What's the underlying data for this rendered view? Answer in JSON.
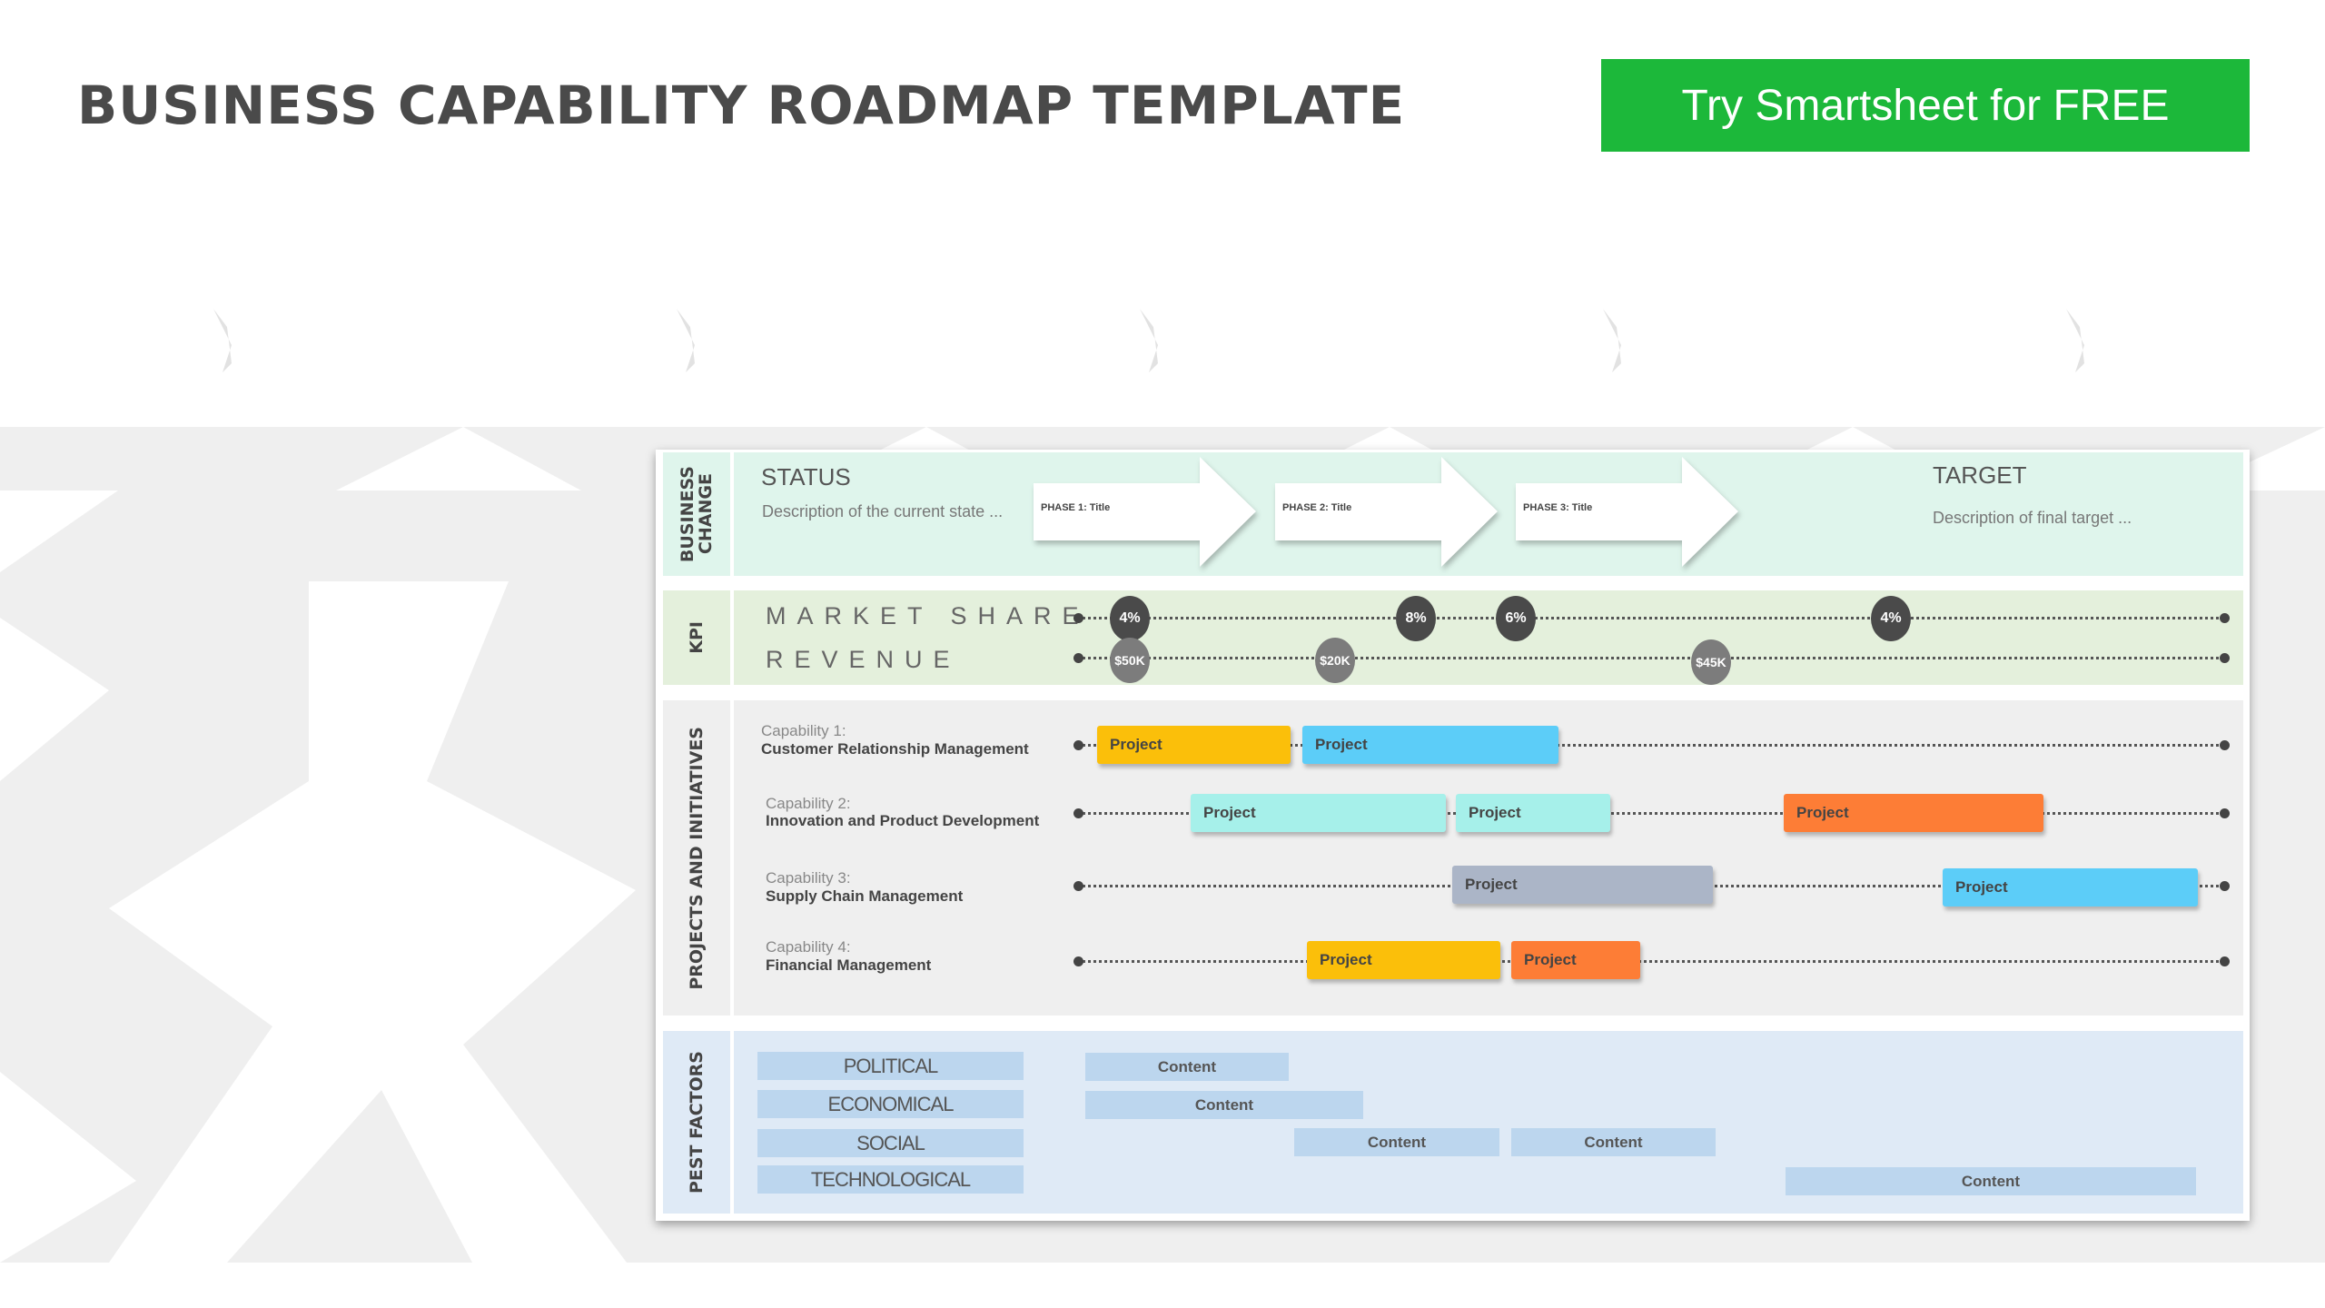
{
  "header": {
    "title": "BUSINESS CAPABILITY ROADMAP TEMPLATE",
    "cta_label": "Try Smartsheet for FREE",
    "cta_color": "#1cb83a"
  },
  "roadmap": {
    "business_change": {
      "side_label_1": "BUSINESS",
      "side_label_2": "CHANGE",
      "status_title": "STATUS",
      "status_desc": "Description of the current state ...",
      "phases": [
        "PHASE 1: Title",
        "PHASE 2: Title",
        "PHASE 3: Title"
      ],
      "target_title": "TARGET",
      "target_desc": "Description of final target ...",
      "bg": "#dff5ec"
    },
    "kpi": {
      "side_label": "KPI",
      "market_share_label": "MARKET SHARE",
      "revenue_label": "REVENUE",
      "market_share_values": [
        "4%",
        "8%",
        "6%",
        "4%"
      ],
      "revenue_values": [
        "$50K",
        "$20K",
        "$45K"
      ],
      "bg": "#e4f0dc"
    },
    "projects": {
      "side_label": "PROJECTS AND INITIATIVES",
      "bg": "#efefef",
      "capabilities": [
        {
          "num": "Capability 1:",
          "name": "Customer Relationship Management"
        },
        {
          "num": "Capability 2:",
          "name": "Innovation and Product Development"
        },
        {
          "num": "Capability 3:",
          "name": "Supply Chain Management"
        },
        {
          "num": "Capability 4:",
          "name": "Financial Management"
        }
      ],
      "project_label": "Project",
      "colors": {
        "yellow": "#fbbf0a",
        "blue": "#5ccdf8",
        "cyan": "#a6f0ea",
        "orange": "#fd7d36",
        "grey": "#abb5c7"
      }
    },
    "pest": {
      "side_label": "PEST FACTORS",
      "bg": "#dfeaf6",
      "factors": [
        "POLITICAL",
        "ECONOMICAL",
        "SOCIAL",
        "TECHNOLOGICAL"
      ],
      "content_label": "Content"
    }
  }
}
